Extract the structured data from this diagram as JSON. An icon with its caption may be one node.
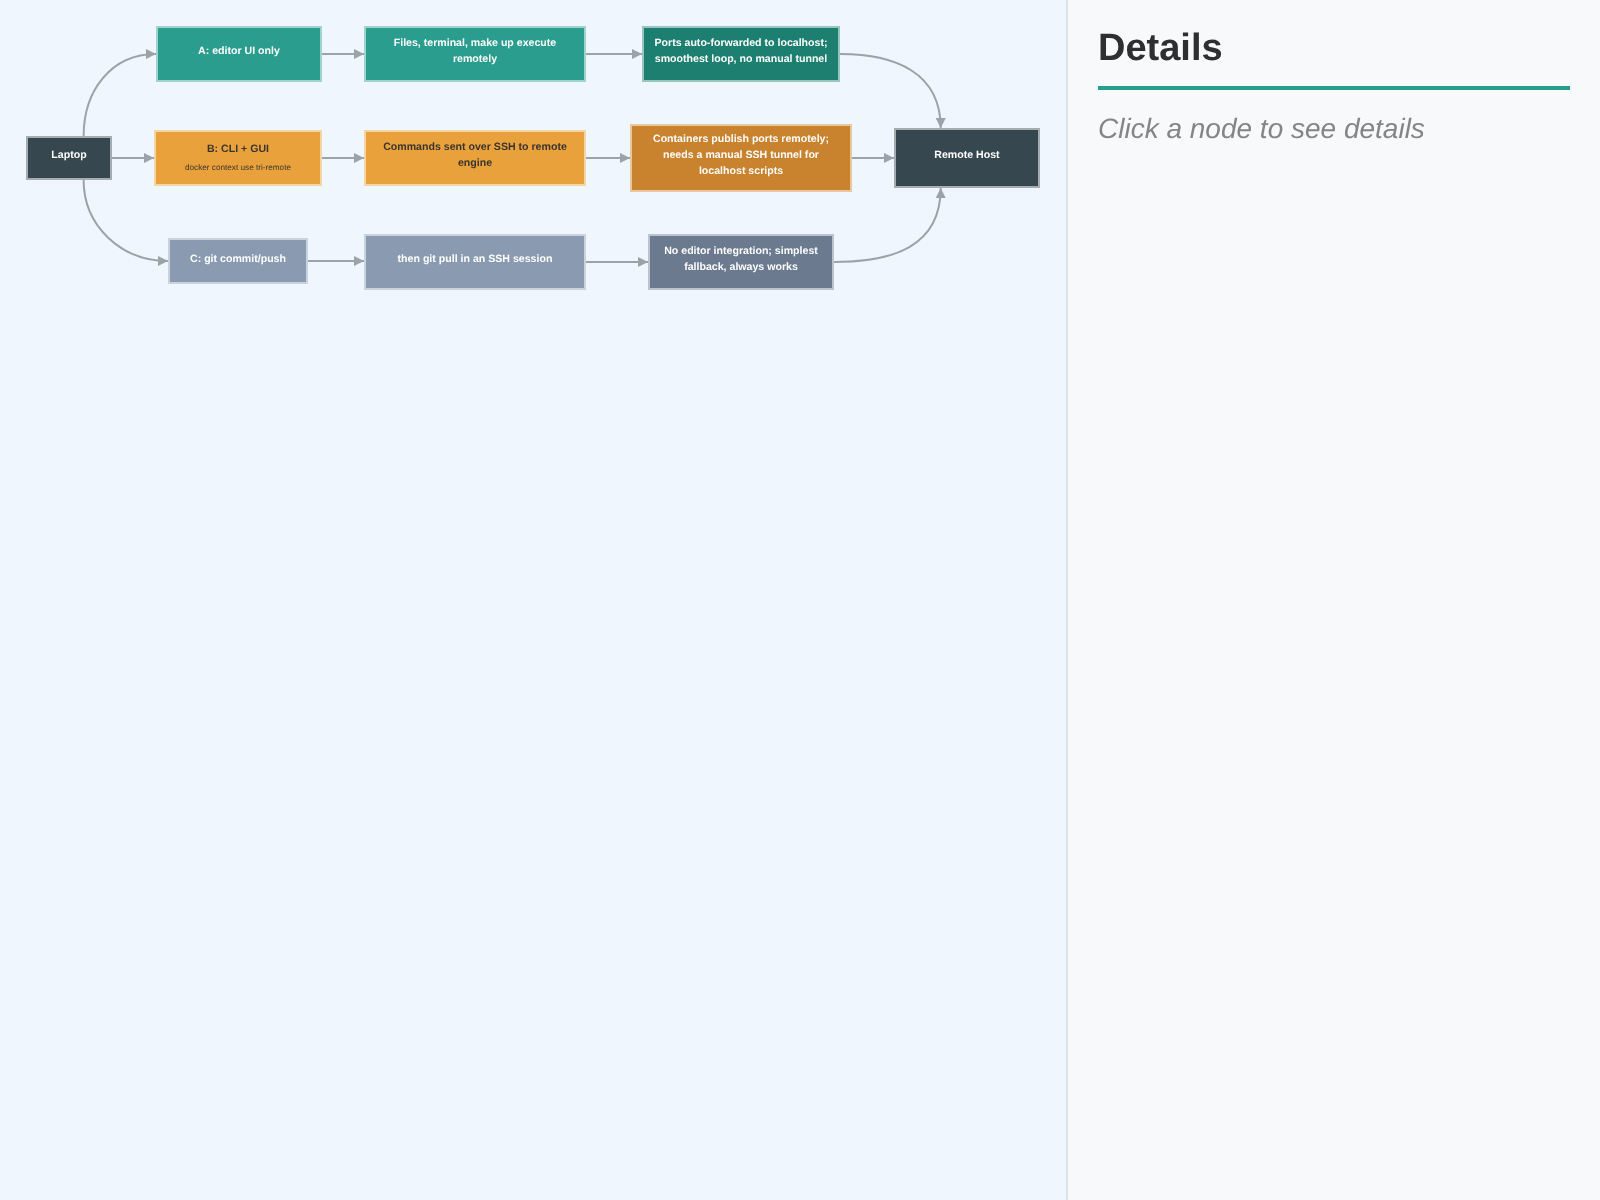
{
  "diagram": {
    "nodes": [
      {
        "text": [
          "Laptop"
        ]
      },
      {
        "text": [
          "A: editor UI only"
        ]
      },
      {
        "text": [
          "Files, terminal, make up execute remotely"
        ]
      },
      {
        "text": [
          "Ports auto-forwarded to localhost; smoothest loop, no manual tunnel"
        ]
      },
      {
        "text": [
          "B: CLI + GUI",
          "docker context use tri-remote"
        ]
      },
      {
        "text": [
          "Commands sent over SSH to remote engine"
        ]
      },
      {
        "text": [
          "Containers publish ports remotely; needs a manual SSH tunnel for localhost scripts"
        ]
      },
      {
        "text": [
          "Remote Host"
        ]
      },
      {
        "text": [
          "C: git commit/push"
        ]
      },
      {
        "text": [
          "then git pull in an SSH session"
        ]
      },
      {
        "text": [
          "No editor integration; simplest fallback, always works"
        ]
      }
    ],
    "edges": [
      {
        "from": 0,
        "to": 1,
        "arrow": "to"
      },
      {
        "from": 0,
        "to": 4,
        "arrow": "to"
      },
      {
        "from": 0,
        "to": 8,
        "arrow": "to"
      },
      {
        "from": 1,
        "to": 2,
        "arrow": "to"
      },
      {
        "from": 2,
        "to": 3,
        "arrow": "to"
      },
      {
        "from": 3,
        "to": 7,
        "arrow": "to"
      },
      {
        "from": 4,
        "to": 5,
        "arrow": "to"
      },
      {
        "from": 5,
        "to": 6,
        "arrow": "to"
      },
      {
        "from": 6,
        "to": 7,
        "arrow": "to"
      },
      {
        "from": 8,
        "to": 9,
        "arrow": "to"
      },
      {
        "from": 9,
        "to": 10,
        "arrow": "to"
      },
      {
        "from": 10,
        "to": 7,
        "arrow": "to"
      }
    ],
    "labels": [
      "Details",
      "Click a node to see details"
    ]
  }
}
